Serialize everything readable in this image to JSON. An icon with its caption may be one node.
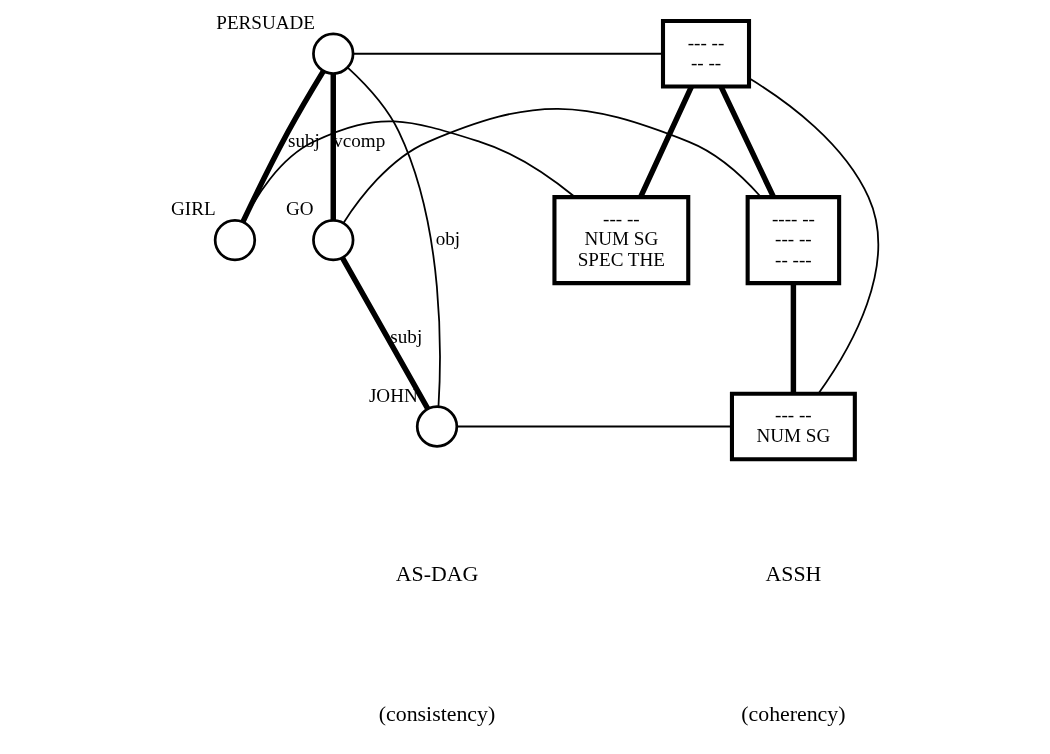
{
  "diagram": {
    "nodes": [
      {
        "text": [],
        "shape": "circle",
        "beside": [
          "PERSUADE"
        ]
      },
      {
        "text": [],
        "shape": "circle",
        "beside": [
          "GIRL"
        ]
      },
      {
        "text": [],
        "shape": "circle",
        "beside": [
          "GO"
        ]
      },
      {
        "text": [],
        "shape": "circle",
        "beside": [
          "JOHN"
        ]
      },
      {
        "text": [
          "--- --",
          "-- --"
        ]
      },
      {
        "text": [
          "--- --",
          "NUM SG",
          "SPEC THE"
        ]
      },
      {
        "text": [
          "---- --",
          "--- --",
          "-- ---"
        ]
      },
      {
        "text": [
          "--- --",
          "NUM SG"
        ]
      }
    ],
    "edges": [
      {
        "from": 0,
        "to": 4,
        "arrow": "none"
      },
      {
        "from": 0,
        "to": 1,
        "arrow": "none",
        "label": "subj",
        "style": "thick"
      },
      {
        "from": 0,
        "to": 3,
        "arrow": "none",
        "label": "obj"
      },
      {
        "from": 0,
        "to": 2,
        "arrow": "none",
        "label": "vcomp",
        "style": "thick"
      },
      {
        "from": 2,
        "to": 3,
        "arrow": "none",
        "label": "subj",
        "style": "thick"
      },
      {
        "from": 4,
        "to": 5,
        "arrow": "none",
        "style": "thick"
      },
      {
        "from": 4,
        "to": 7,
        "arrow": "none"
      },
      {
        "from": 4,
        "to": 6,
        "arrow": "none",
        "style": "thick"
      },
      {
        "from": 6,
        "to": 7,
        "arrow": "none",
        "style": "thick"
      },
      {
        "from": 2,
        "to": 6,
        "arrow": "none"
      },
      {
        "from": 1,
        "to": 5,
        "arrow": "none"
      },
      {
        "from": 3,
        "to": 7,
        "arrow": "none"
      }
    ],
    "labels": [
      "AS-DAG",
      "ASSH",
      "(consistency)",
      "(coherency)"
    ]
  }
}
